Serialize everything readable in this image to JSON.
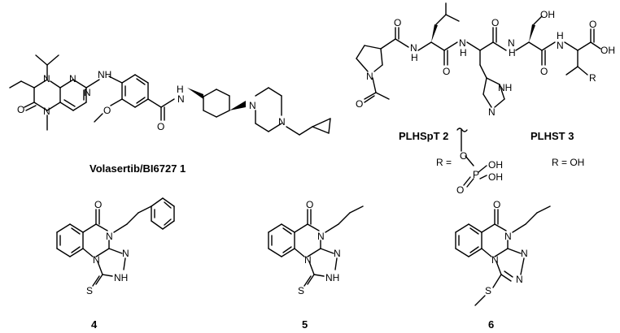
{
  "compounds": [
    {
      "id": "volasertib",
      "label": "Volasertib/BI6727 1"
    },
    {
      "id": "plhspt",
      "label": "PLHSpT 2"
    },
    {
      "id": "plhst",
      "label": "PLHST 3"
    },
    {
      "id": "cpd4",
      "label": "4"
    },
    {
      "id": "cpd5",
      "label": "5"
    },
    {
      "id": "cpd6",
      "label": "6"
    }
  ],
  "r_groups": {
    "phospho": {
      "prefix": "R =",
      "o": "O",
      "p": "P",
      "oh1": "OH",
      "oh2": "OH",
      "o_double": "O"
    },
    "hydroxy": {
      "text": "R = OH"
    }
  },
  "atoms": {
    "N": "N",
    "NH": "NH",
    "HN": "HN",
    "H": "H",
    "O": "O",
    "OH": "OH",
    "S": "S",
    "R": "R",
    "NH_lower": "N",
    "H_lower": "H"
  }
}
